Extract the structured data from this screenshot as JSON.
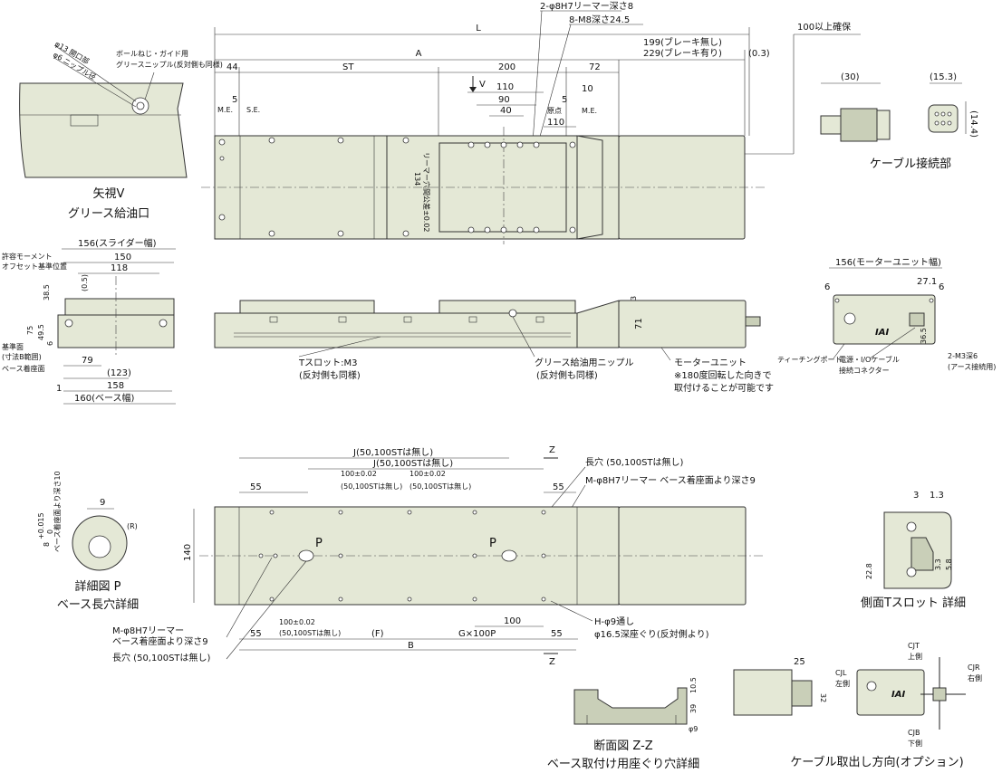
{
  "views": {
    "top": {
      "dims": {
        "L": "L",
        "A": "A",
        "d44": "44",
        "ST": "ST",
        "d200": "200",
        "d72": "72",
        "d110a": "110",
        "d90": "90",
        "d40": "40",
        "d110b": "110",
        "d10": "10",
        "d5a": "5",
        "d5b": "5",
        "me_left": "M.E.",
        "se": "S.E.",
        "me_right": "M.E.",
        "origin": "原点",
        "v": "V",
        "brake_off": "199(ブレーキ無し)",
        "brake_on": "229(ブレーキ有り)",
        "d03": "(0.3)",
        "d100": "100以上確保",
        "reamer_top": "2-φ8H7リーマー深さ8",
        "m8": "8-M8深さ24.5",
        "d134": "134",
        "reamer_pitch": "リーマー穴間公差±0.02"
      }
    },
    "view_v": {
      "caption1": "矢視V",
      "caption2": "グリース給油口",
      "label1": "φ13 開口部",
      "label2": "φ6 ニップル径",
      "label3": "ボールねじ・ガイド用",
      "label4": "グリースニップル(反対側も同様)"
    },
    "cable": {
      "caption": "ケーブル接続部",
      "d30": "(30)",
      "d153": "(15.3)",
      "d144": "(14.4)"
    },
    "end": {
      "d156": "156(スライダー幅)",
      "d150": "150",
      "d118": "118",
      "d385": "38.5",
      "d05": "(0.5)",
      "d75": "75",
      "d495": "49.5",
      "d6": "6",
      "d79": "79",
      "d123": "(123)",
      "d158": "158",
      "d1": "1",
      "d160": "160(ベース幅)",
      "moment": "許容モーメント",
      "offset": "オフセット基準位置",
      "ref1": "基準面",
      "ref2": "(寸法B範囲)",
      "ref3": "ベース着座面"
    },
    "side": {
      "d3": "3",
      "d71": "71",
      "tslot1": "Tスロット:M3",
      "tslot2": "(反対側も同様)",
      "grease1": "グリース給油用ニップル",
      "grease2": "(反対側も同様)",
      "motor": "モーターユニット",
      "note1": "※180度回転した向きで",
      "note2": "取付けることが可能です"
    },
    "motor_end": {
      "d156": "156(モーターユニット幅)",
      "d6a": "6",
      "d271": "27.1",
      "d6b": "6",
      "d365": "36.5",
      "teach": "ティーチングポート",
      "power1": "電源・I/Oケーブル",
      "power2": "接続コネクター",
      "m3a": "2-M3深6",
      "m3b": "(アース接続用)",
      "logo": "IAI"
    },
    "bottom": {
      "J1": "J(50,100STは無し)",
      "J2": "J(50,100STは無し)",
      "d55a": "55",
      "d55b": "55",
      "d55c": "55",
      "d55d": "55",
      "d100a": "100±0.02",
      "d100a2": "(50,100STは無し)",
      "d100b": "100±0.02",
      "d100b2": "(50,100STは無し)",
      "d100c": "100±0.02",
      "d100c2": "(50,100STは無し)",
      "d140": "140",
      "P1": "P",
      "P2": "P",
      "Z1": "Z",
      "Z2": "Z",
      "slot": "長穴 (50,100STは無し)",
      "reamer": "M-φ8H7リーマー ベース着座面より深さ9",
      "F": "(F)",
      "B": "B",
      "G": "G×100P",
      "d100": "100",
      "reamer2a": "M-φ8H7リーマー",
      "reamer2b": "ベース着座面より深さ9",
      "slot2": "長穴 (50,100STは無し)",
      "H1": "H-φ9通し",
      "H2": "φ16.5深座ぐり(反対側より)"
    },
    "detail_p": {
      "caption1": "詳細図 P",
      "caption2": "ベース長穴詳細",
      "d9": "9",
      "d8": "8",
      "tol": "+0.015",
      "tol0": "0",
      "depth": "ベース着座面より深さ10",
      "R": "(R)"
    },
    "section_z": {
      "caption1": "断面図 Z-Z",
      "caption2": "ベース取付け用座ぐり穴詳細",
      "d105": "10.5",
      "d39": "39",
      "d9": "φ9"
    },
    "tslot_detail": {
      "caption": "側面Tスロット 詳細",
      "d3": "3",
      "d13": "1.3",
      "d228": "22.8",
      "d33": "3.3",
      "d58": "5.8"
    },
    "cable_dir": {
      "caption": "ケーブル取出し方向(オプション)",
      "d25": "25",
      "d32": "32",
      "cjt1": "CJT",
      "cjt2": "上側",
      "cjl1": "CJL",
      "cjl2": "左側",
      "cjr1": "CJR",
      "cjr2": "右側",
      "cjb1": "CJB",
      "cjb2": "下側",
      "logo": "IAI"
    }
  }
}
